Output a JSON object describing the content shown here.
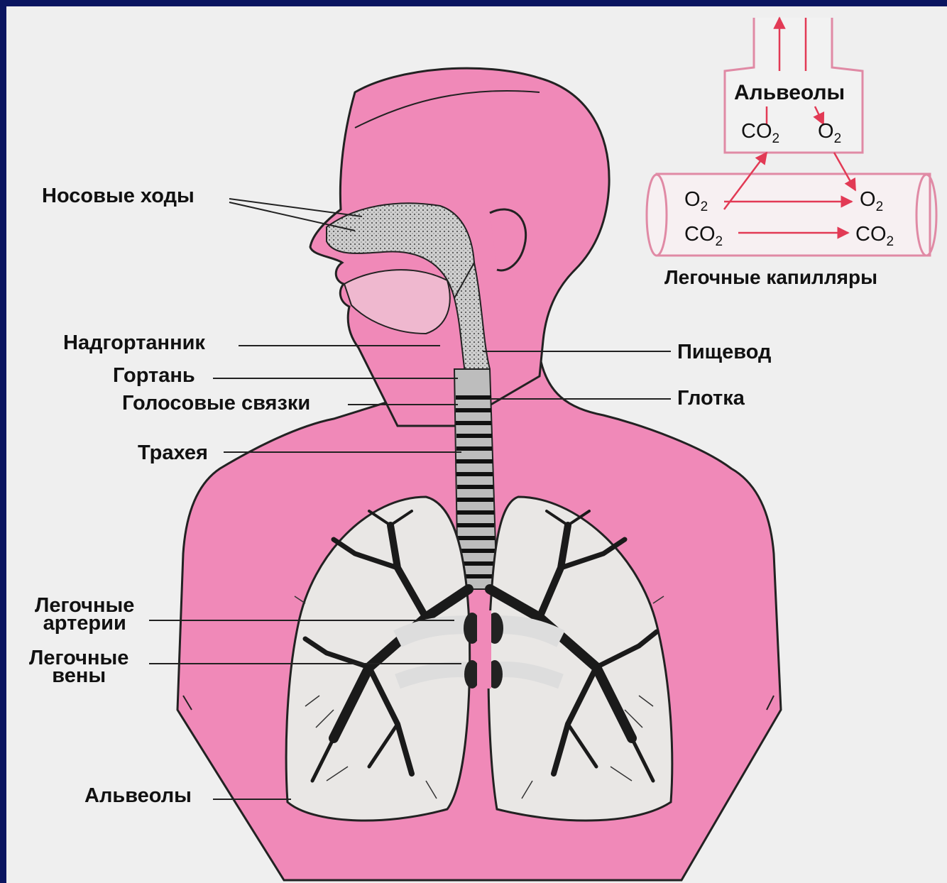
{
  "labels": {
    "nasal_passages": "Носовые ходы",
    "epiglottis": "Надгортанник",
    "larynx": "Гортань",
    "vocal_cords": "Голосовые связки",
    "trachea": "Трахея",
    "pulmonary_arteries_l1": "Легочные",
    "pulmonary_arteries_l2": "артерии",
    "pulmonary_veins_l1": "Легочные",
    "pulmonary_veins_l2": "вены",
    "alveoli": "Альвеолы",
    "esophagus": "Пищевод",
    "pharynx": "Глотка"
  },
  "inset": {
    "alveoli": "Альвеолы",
    "capillaries": "Легочные капилляры",
    "co2_base": "CO",
    "o2_base": "O",
    "subscript": "2"
  },
  "colors": {
    "background_frame": "#0a1560",
    "body_fill": "#f089b8",
    "lung_fill": "#e9e7e5",
    "bronchi": "#1a1a1a",
    "arrows": "#e23a55"
  }
}
